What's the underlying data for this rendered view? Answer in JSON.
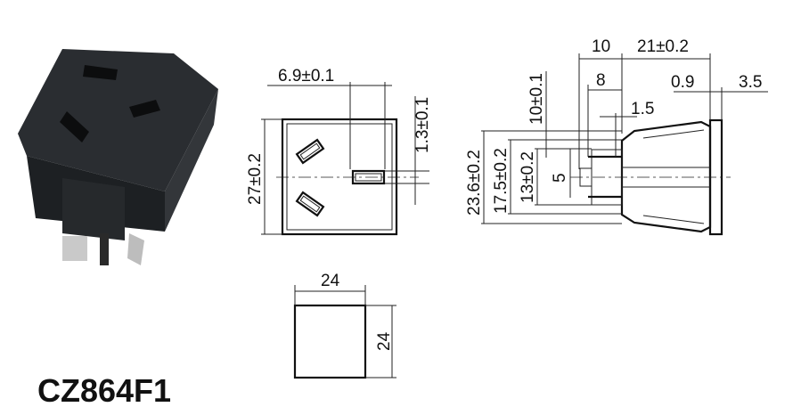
{
  "model": "CZ864F1",
  "front_view": {
    "width_offset": "6.9±0.1",
    "height": "27±0.2",
    "pin_height": "1.3±0.1"
  },
  "cutout_view": {
    "width": "24",
    "height": "24"
  },
  "side_view": {
    "depth_rear": "10",
    "depth_body": "21±0.2",
    "pin_len": "8",
    "pin_offset": "1.5",
    "flange_gap": "0.9",
    "flange": "3.5",
    "h_total": "23.6±0.2",
    "h_body": "17.5±0.2",
    "h_pins": "13±0.2",
    "pin_pitch": "5",
    "pin_span": "10±0.1"
  }
}
